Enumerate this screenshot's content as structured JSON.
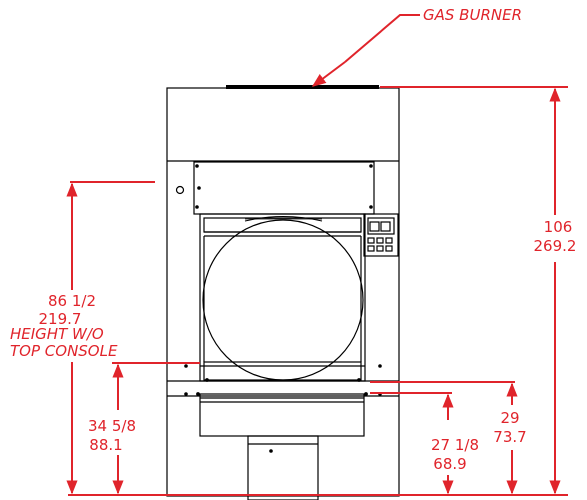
{
  "callout": {
    "gas_burner": "GAS BURNER"
  },
  "dimensions": {
    "overall_height": {
      "in": "106",
      "cm": "269.2"
    },
    "height_wo_console": {
      "in": "86 1/2",
      "cm": "219.7",
      "note_line1": "HEIGHT W/O",
      "note_line2": "TOP CONSOLE"
    },
    "door_bottom_left": {
      "in": "34 5/8",
      "cm": "88.1"
    },
    "door_bottom_right": {
      "in": "27 1/8",
      "cm": "68.9"
    },
    "door_sill": {
      "in": "29",
      "cm": "73.7"
    }
  },
  "colors": {
    "dimension": "#e0242b",
    "line": "#000000"
  }
}
